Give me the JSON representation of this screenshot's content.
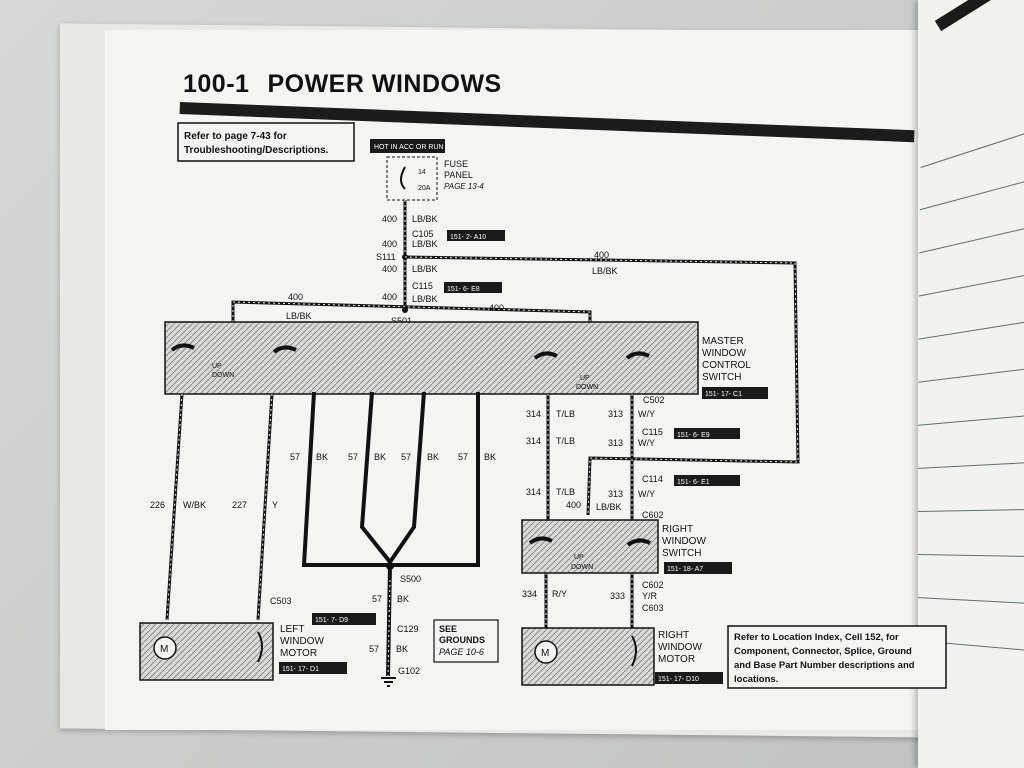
{
  "section_number": "100-1",
  "section_title": "POWER WINDOWS",
  "note_refer": [
    "Refer to page 7-43 for",
    "Troubleshooting/Descriptions."
  ],
  "hot_label": "HOT IN ACC OR RUN",
  "fuse": {
    "title": [
      "FUSE",
      "PANEL"
    ],
    "page": "PAGE 13-4",
    "number": "14",
    "rating": "20A"
  },
  "wires": {
    "w400_lbbk": [
      "400",
      "LB/BK"
    ],
    "c105": "C105",
    "c105_code": "151- 2- A10",
    "s111": "S111",
    "c115": "C115",
    "c115_code": "151- 6- E8",
    "s501": "S501",
    "c502": "C502",
    "w314": [
      "314",
      "T/LB"
    ],
    "w313": [
      "313",
      "W/Y"
    ],
    "c114": "C114",
    "c114_code": "151- 6- E1",
    "c115b_code": "151- 6- E9",
    "w226": [
      "226",
      "W/BK"
    ],
    "w227": [
      "227",
      "Y"
    ],
    "w57": [
      "57",
      "BK"
    ],
    "s500": "S500",
    "c129": "C129",
    "g102": "G102",
    "c503": "C503",
    "c602": "C602",
    "c603": "C603",
    "w334": [
      "334",
      "R/Y"
    ],
    "w333": [
      "333",
      "Y/R"
    ]
  },
  "components": {
    "master": {
      "name": [
        "MASTER",
        "WINDOW",
        "CONTROL",
        "SWITCH"
      ],
      "code": "151- 17- C1"
    },
    "right_switch": {
      "name": [
        "RIGHT",
        "WINDOW",
        "SWITCH"
      ],
      "code": "151- 18- A7"
    },
    "left_motor": {
      "name": [
        "LEFT",
        "WINDOW",
        "MOTOR"
      ],
      "code": "151- 17- D1"
    },
    "right_motor": {
      "name": [
        "RIGHT",
        "WINDOW",
        "MOTOR"
      ],
      "code": "151- 17- D10"
    },
    "left_motor_code_top": "151- 7- D9"
  },
  "switch_labels": {
    "up": "UP",
    "down": "DOWN"
  },
  "see_grounds": [
    "SEE",
    "GROUNDS",
    "PAGE 10-6"
  ],
  "location_note": [
    "Refer to Location Index, Cell 152, for",
    "Component, Connector, Splice, Ground",
    "and Base Part Number descriptions and",
    "locations."
  ]
}
